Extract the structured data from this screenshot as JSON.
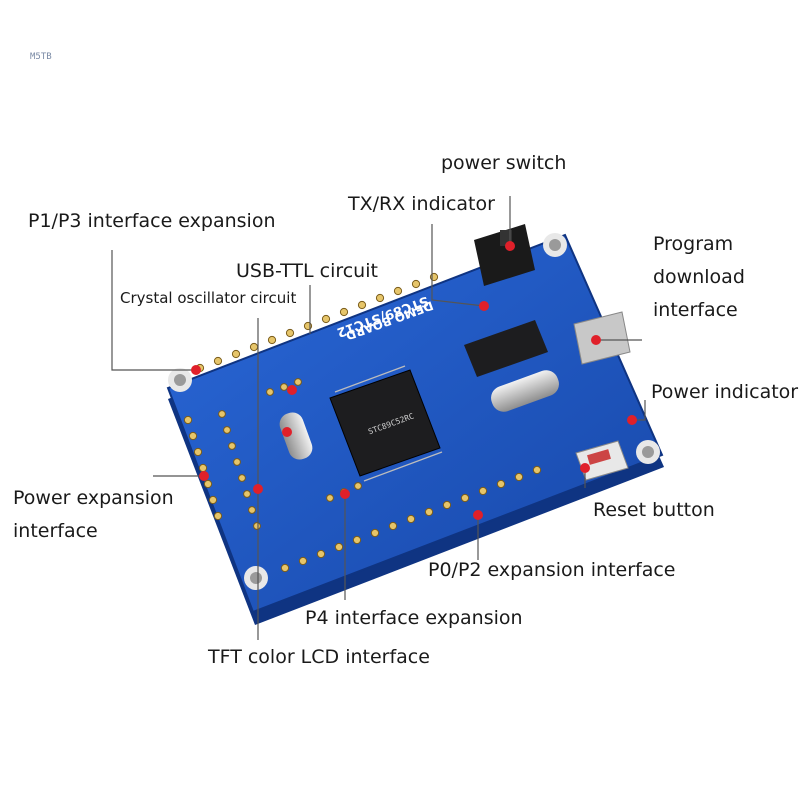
{
  "watermark": "M5TB",
  "labels": {
    "power_switch": "power switch",
    "txrx_indicator": "TX/RX indicator",
    "p1p3_expansion": "P1/P3 interface expansion",
    "usb_ttl": "USB-TTL circuit",
    "crystal_osc": "Crystal oscillator circuit",
    "program_download": [
      "Program",
      "download",
      "interface"
    ],
    "power_indicator": "Power indicator",
    "power_expansion": [
      "Power expansion",
      "interface"
    ],
    "reset_button": "Reset button",
    "p0p2_expansion": "P0/P2 expansion interface",
    "p4_expansion": "P4 interface expansion",
    "tft_lcd": "TFT color LCD interface"
  },
  "board_silkscreen": {
    "title": "DEMO BOARD",
    "model": "STC89/STC12",
    "chip_text": "STC89C52RC"
  },
  "colors": {
    "board": "#1c55c4",
    "board_dark": "#123f9a",
    "pointer_dot": "#e0202a",
    "pointer_line": "#555555",
    "label_text": "#1a1a1a"
  }
}
